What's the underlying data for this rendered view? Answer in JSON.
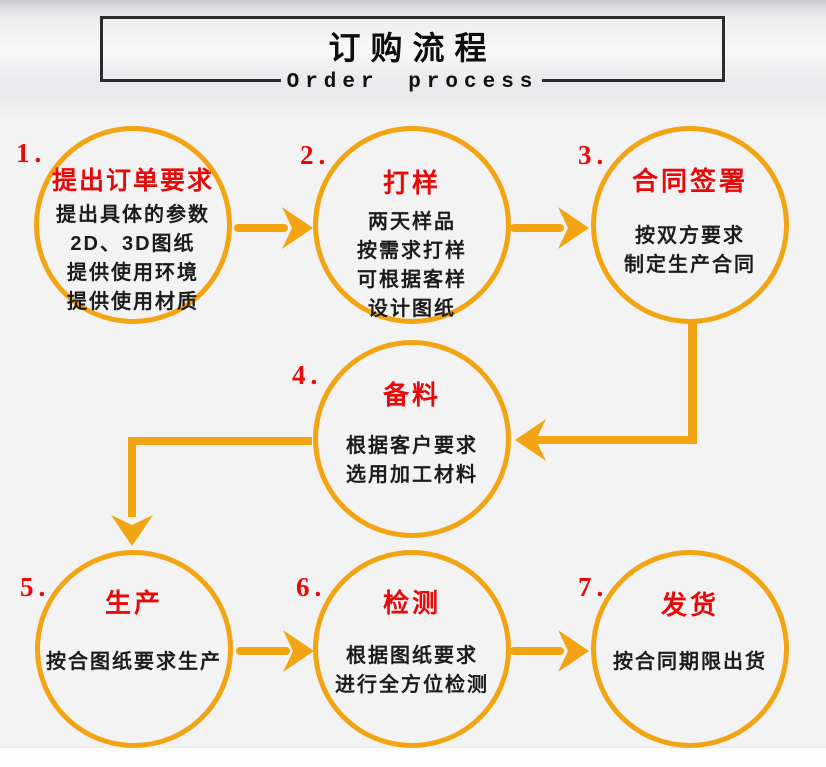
{
  "header": {
    "title": "订购流程",
    "subtitle": "Order process"
  },
  "colors": {
    "accent_orange": "#f2a413",
    "title_red": "#e60a0a",
    "text_black": "#1c1c1c",
    "border_dark": "#2c2c2e"
  },
  "steps": [
    {
      "number": "1.",
      "title": "提出订单要求",
      "lines": [
        "提出具体的参数",
        "2D、3D图纸",
        "提供使用环境",
        "提供使用材质"
      ]
    },
    {
      "number": "2.",
      "title": "打样",
      "lines": [
        "两天样品",
        "按需求打样",
        "可根据客样",
        "设计图纸"
      ]
    },
    {
      "number": "3.",
      "title": "合同签署",
      "lines": [
        "按双方要求",
        "制定生产合同"
      ]
    },
    {
      "number": "4.",
      "title": "备料",
      "lines": [
        "根据客户要求",
        "选用加工材料"
      ]
    },
    {
      "number": "5.",
      "title": "生产",
      "lines": [
        "按合图纸要求生产"
      ]
    },
    {
      "number": "6.",
      "title": "检测",
      "lines": [
        "根据图纸要求",
        "进行全方位检测"
      ]
    },
    {
      "number": "7.",
      "title": "发货",
      "lines": [
        "按合同期限出货"
      ]
    }
  ]
}
